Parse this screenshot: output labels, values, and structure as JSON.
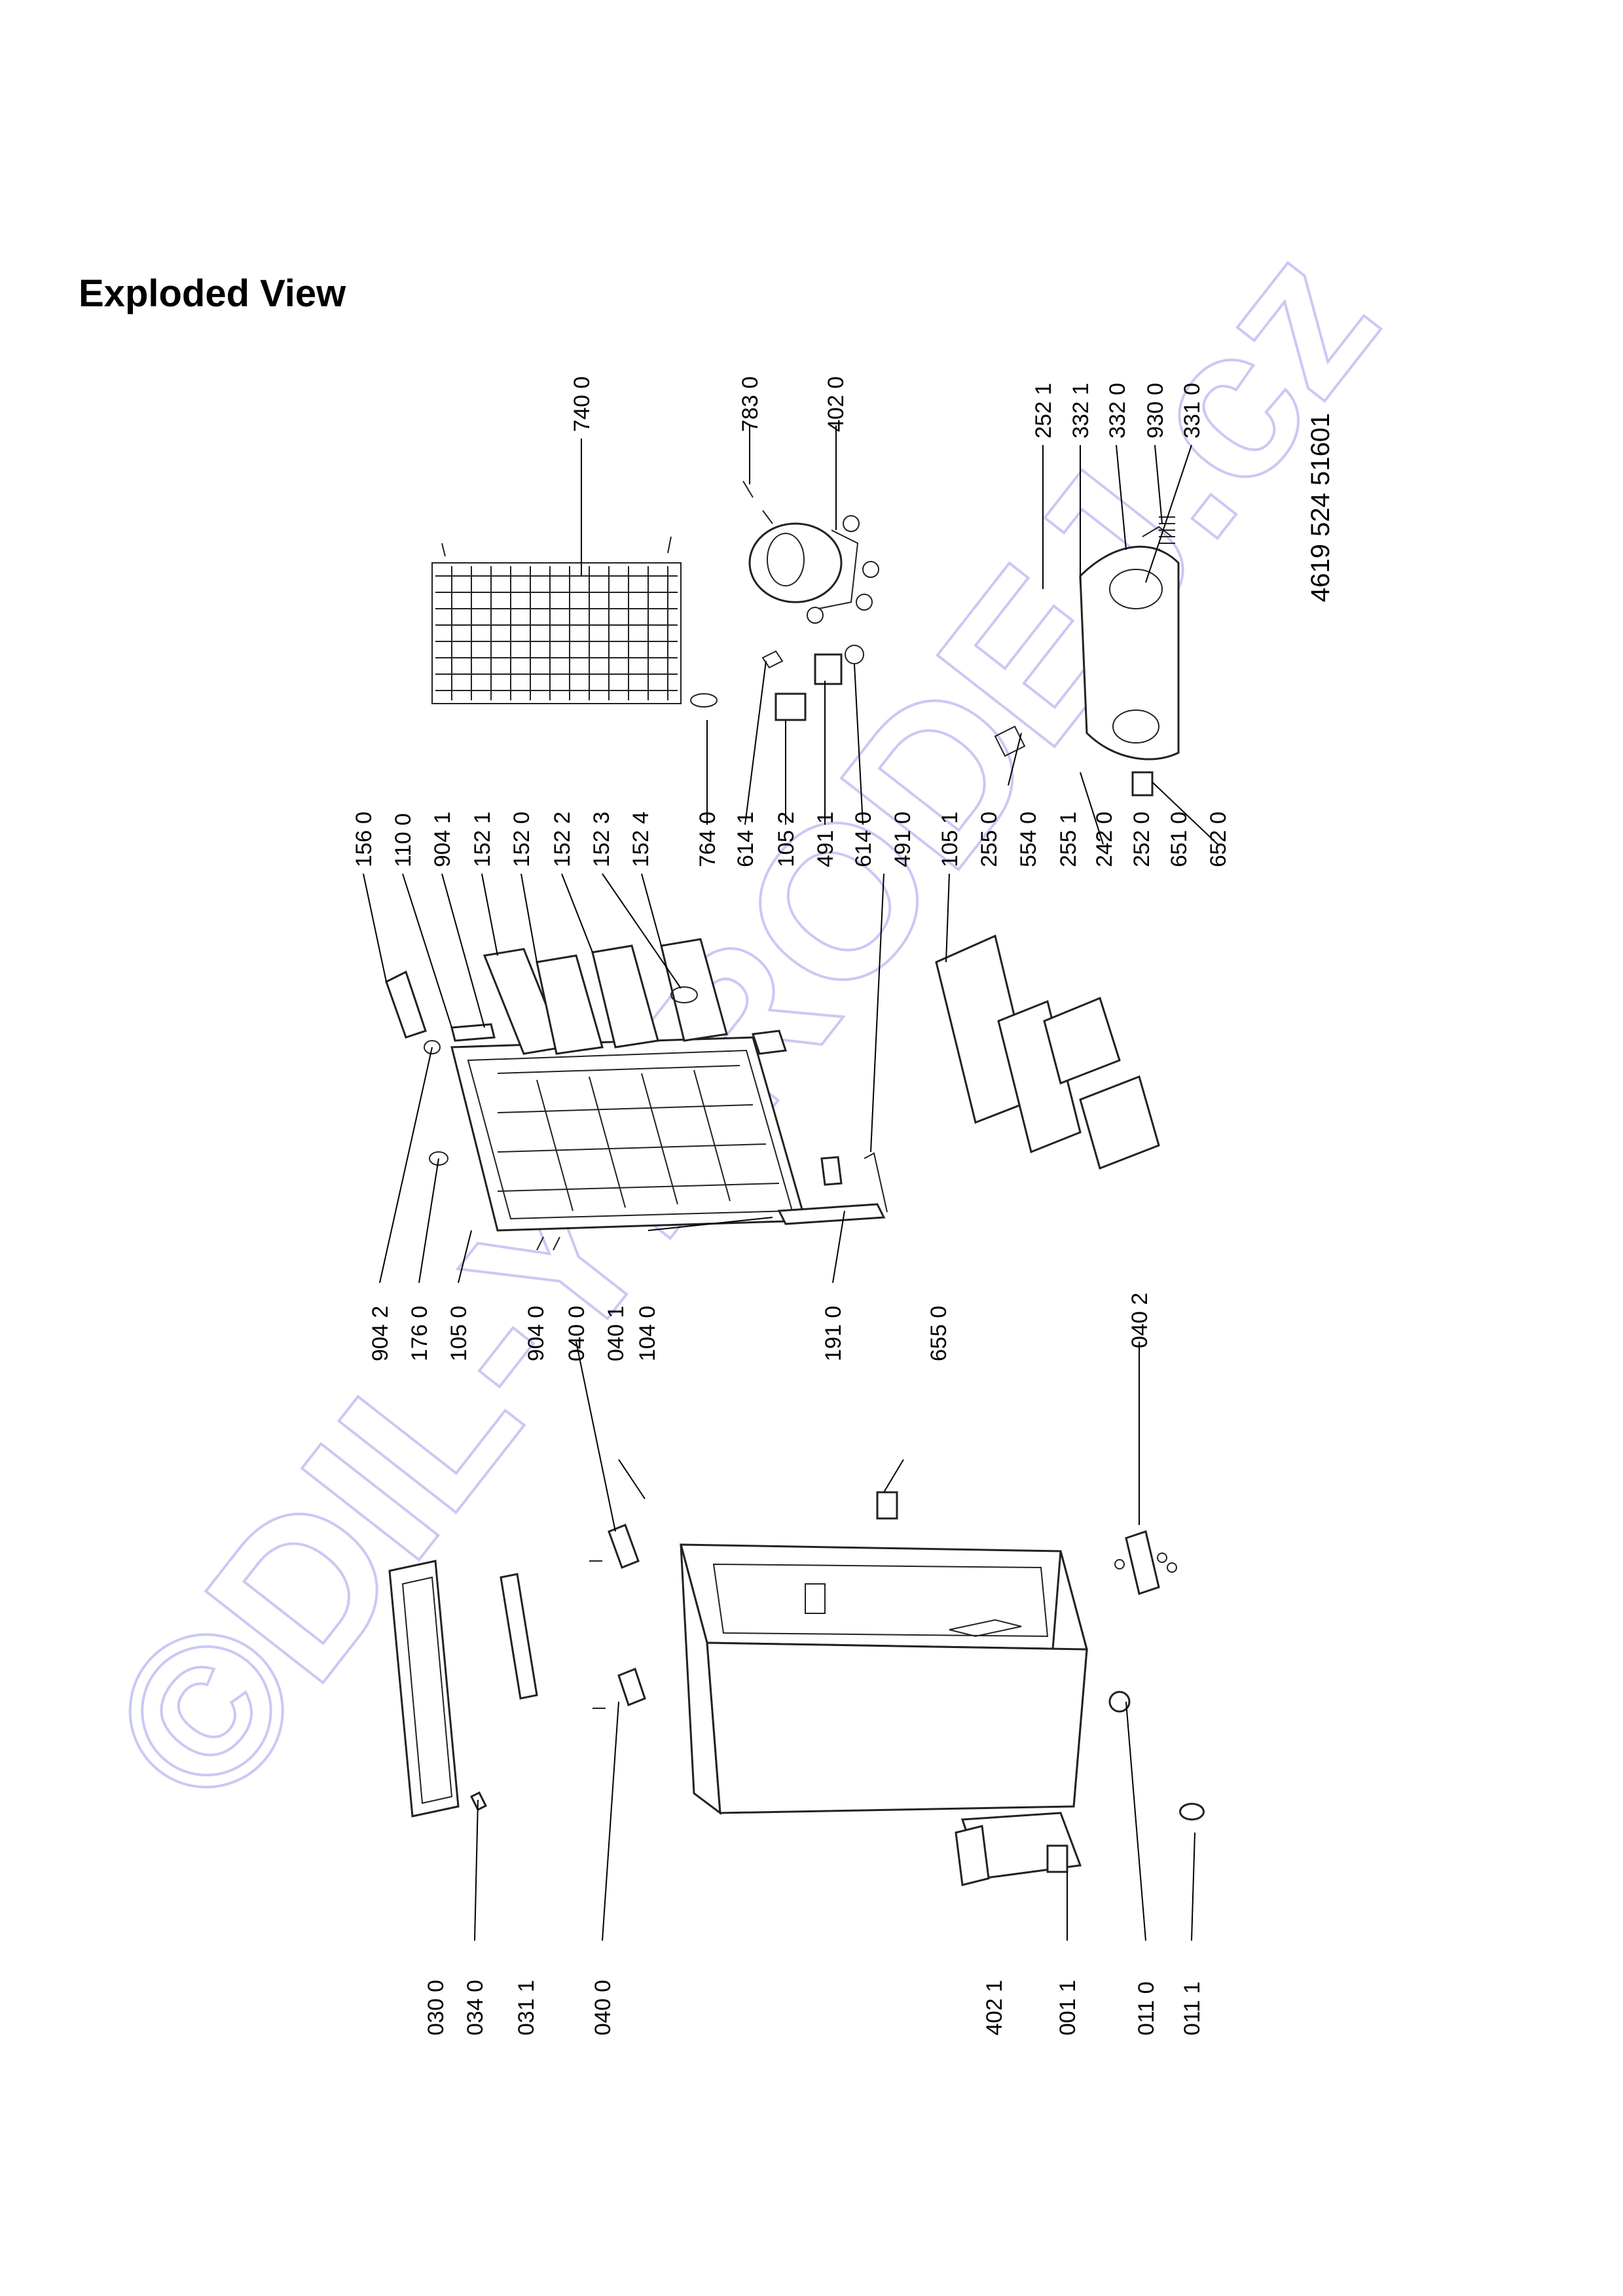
{
  "document": {
    "title": "Exploded View",
    "doc_number": "4619 524 51601",
    "watermark": "©DIL-YPRODEJ.cz"
  },
  "part_labels": [
    {
      "id": "l7400",
      "text": "740 0"
    },
    {
      "id": "l7830",
      "text": "783 0"
    },
    {
      "id": "l4020",
      "text": "402 0"
    },
    {
      "id": "l2521",
      "text": "252 1"
    },
    {
      "id": "l3321",
      "text": "332 1"
    },
    {
      "id": "l3320",
      "text": "332 0"
    },
    {
      "id": "l9300",
      "text": "930 0"
    },
    {
      "id": "l3310",
      "text": "331 0"
    },
    {
      "id": "l1560",
      "text": "156 0"
    },
    {
      "id": "l1100",
      "text": "110 0"
    },
    {
      "id": "l9041",
      "text": "904 1"
    },
    {
      "id": "l1521",
      "text": "152 1"
    },
    {
      "id": "l1520",
      "text": "152 0"
    },
    {
      "id": "l1522",
      "text": "152 2"
    },
    {
      "id": "l1523",
      "text": "152 3"
    },
    {
      "id": "l1524",
      "text": "152 4"
    },
    {
      "id": "l7640",
      "text": "764 0"
    },
    {
      "id": "l6141",
      "text": "614 1"
    },
    {
      "id": "l1052",
      "text": "105 2"
    },
    {
      "id": "l4911",
      "text": "491 1"
    },
    {
      "id": "l6140",
      "text": "614 0"
    },
    {
      "id": "l4910",
      "text": "491 0"
    },
    {
      "id": "l1051",
      "text": "105 1"
    },
    {
      "id": "l2550",
      "text": "255 0"
    },
    {
      "id": "l5540",
      "text": "554 0"
    },
    {
      "id": "l2551",
      "text": "255 1"
    },
    {
      "id": "l2420",
      "text": "242 0"
    },
    {
      "id": "l2520",
      "text": "252 0"
    },
    {
      "id": "l6510",
      "text": "651 0"
    },
    {
      "id": "l6520",
      "text": "652 0"
    },
    {
      "id": "l9042",
      "text": "904 2"
    },
    {
      "id": "l1760",
      "text": "176 0"
    },
    {
      "id": "l1050",
      "text": "105 0"
    },
    {
      "id": "l9040",
      "text": "904 0"
    },
    {
      "id": "l0400a",
      "text": "040 0"
    },
    {
      "id": "l0401",
      "text": "040 1"
    },
    {
      "id": "l1040",
      "text": "104 0"
    },
    {
      "id": "l1910",
      "text": "191 0"
    },
    {
      "id": "l6550",
      "text": "655 0"
    },
    {
      "id": "l0402",
      "text": "040 2"
    },
    {
      "id": "l0300",
      "text": "030 0"
    },
    {
      "id": "l0340",
      "text": "034 0"
    },
    {
      "id": "l0311",
      "text": "031 1"
    },
    {
      "id": "l0400b",
      "text": "040 0"
    },
    {
      "id": "l4021",
      "text": "402 1"
    },
    {
      "id": "l0011",
      "text": "001 1"
    },
    {
      "id": "l0110",
      "text": "011 0"
    },
    {
      "id": "l0111",
      "text": "011 1"
    }
  ]
}
